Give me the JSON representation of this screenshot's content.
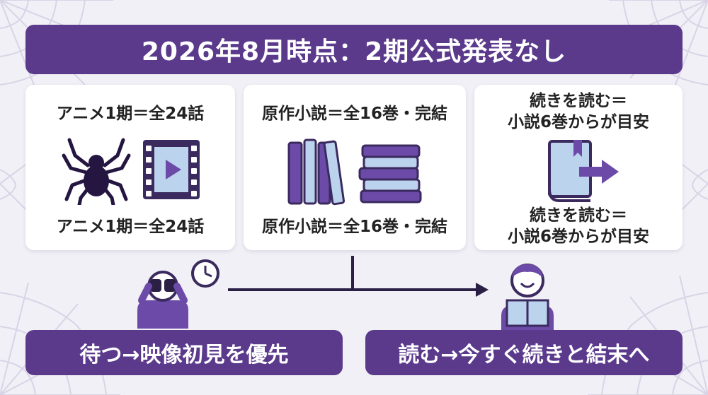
{
  "title": "2026年8月時点：2期公式発表なし",
  "cards": [
    {
      "top_text": "アニメ1期＝全24話",
      "bottom_text": "アニメ1期＝全24話"
    },
    {
      "top_text": "原作小説＝全16巻・完結",
      "bottom_text": "原作小説＝全16巻・完結"
    },
    {
      "top_line1": "続きを読む＝",
      "top_line2": "小説6巻からが目安",
      "bottom_line1": "続きを読む＝",
      "bottom_line2": "小説6巻からが目安"
    }
  ],
  "bottom_left": "待つ→映像初見を優先",
  "bottom_right": "読む→今すぐ続きと結末へ",
  "colors": {
    "accent": "#5b3a8c",
    "icon_light": "#bcd3ee",
    "background": "#f1f0f6"
  }
}
